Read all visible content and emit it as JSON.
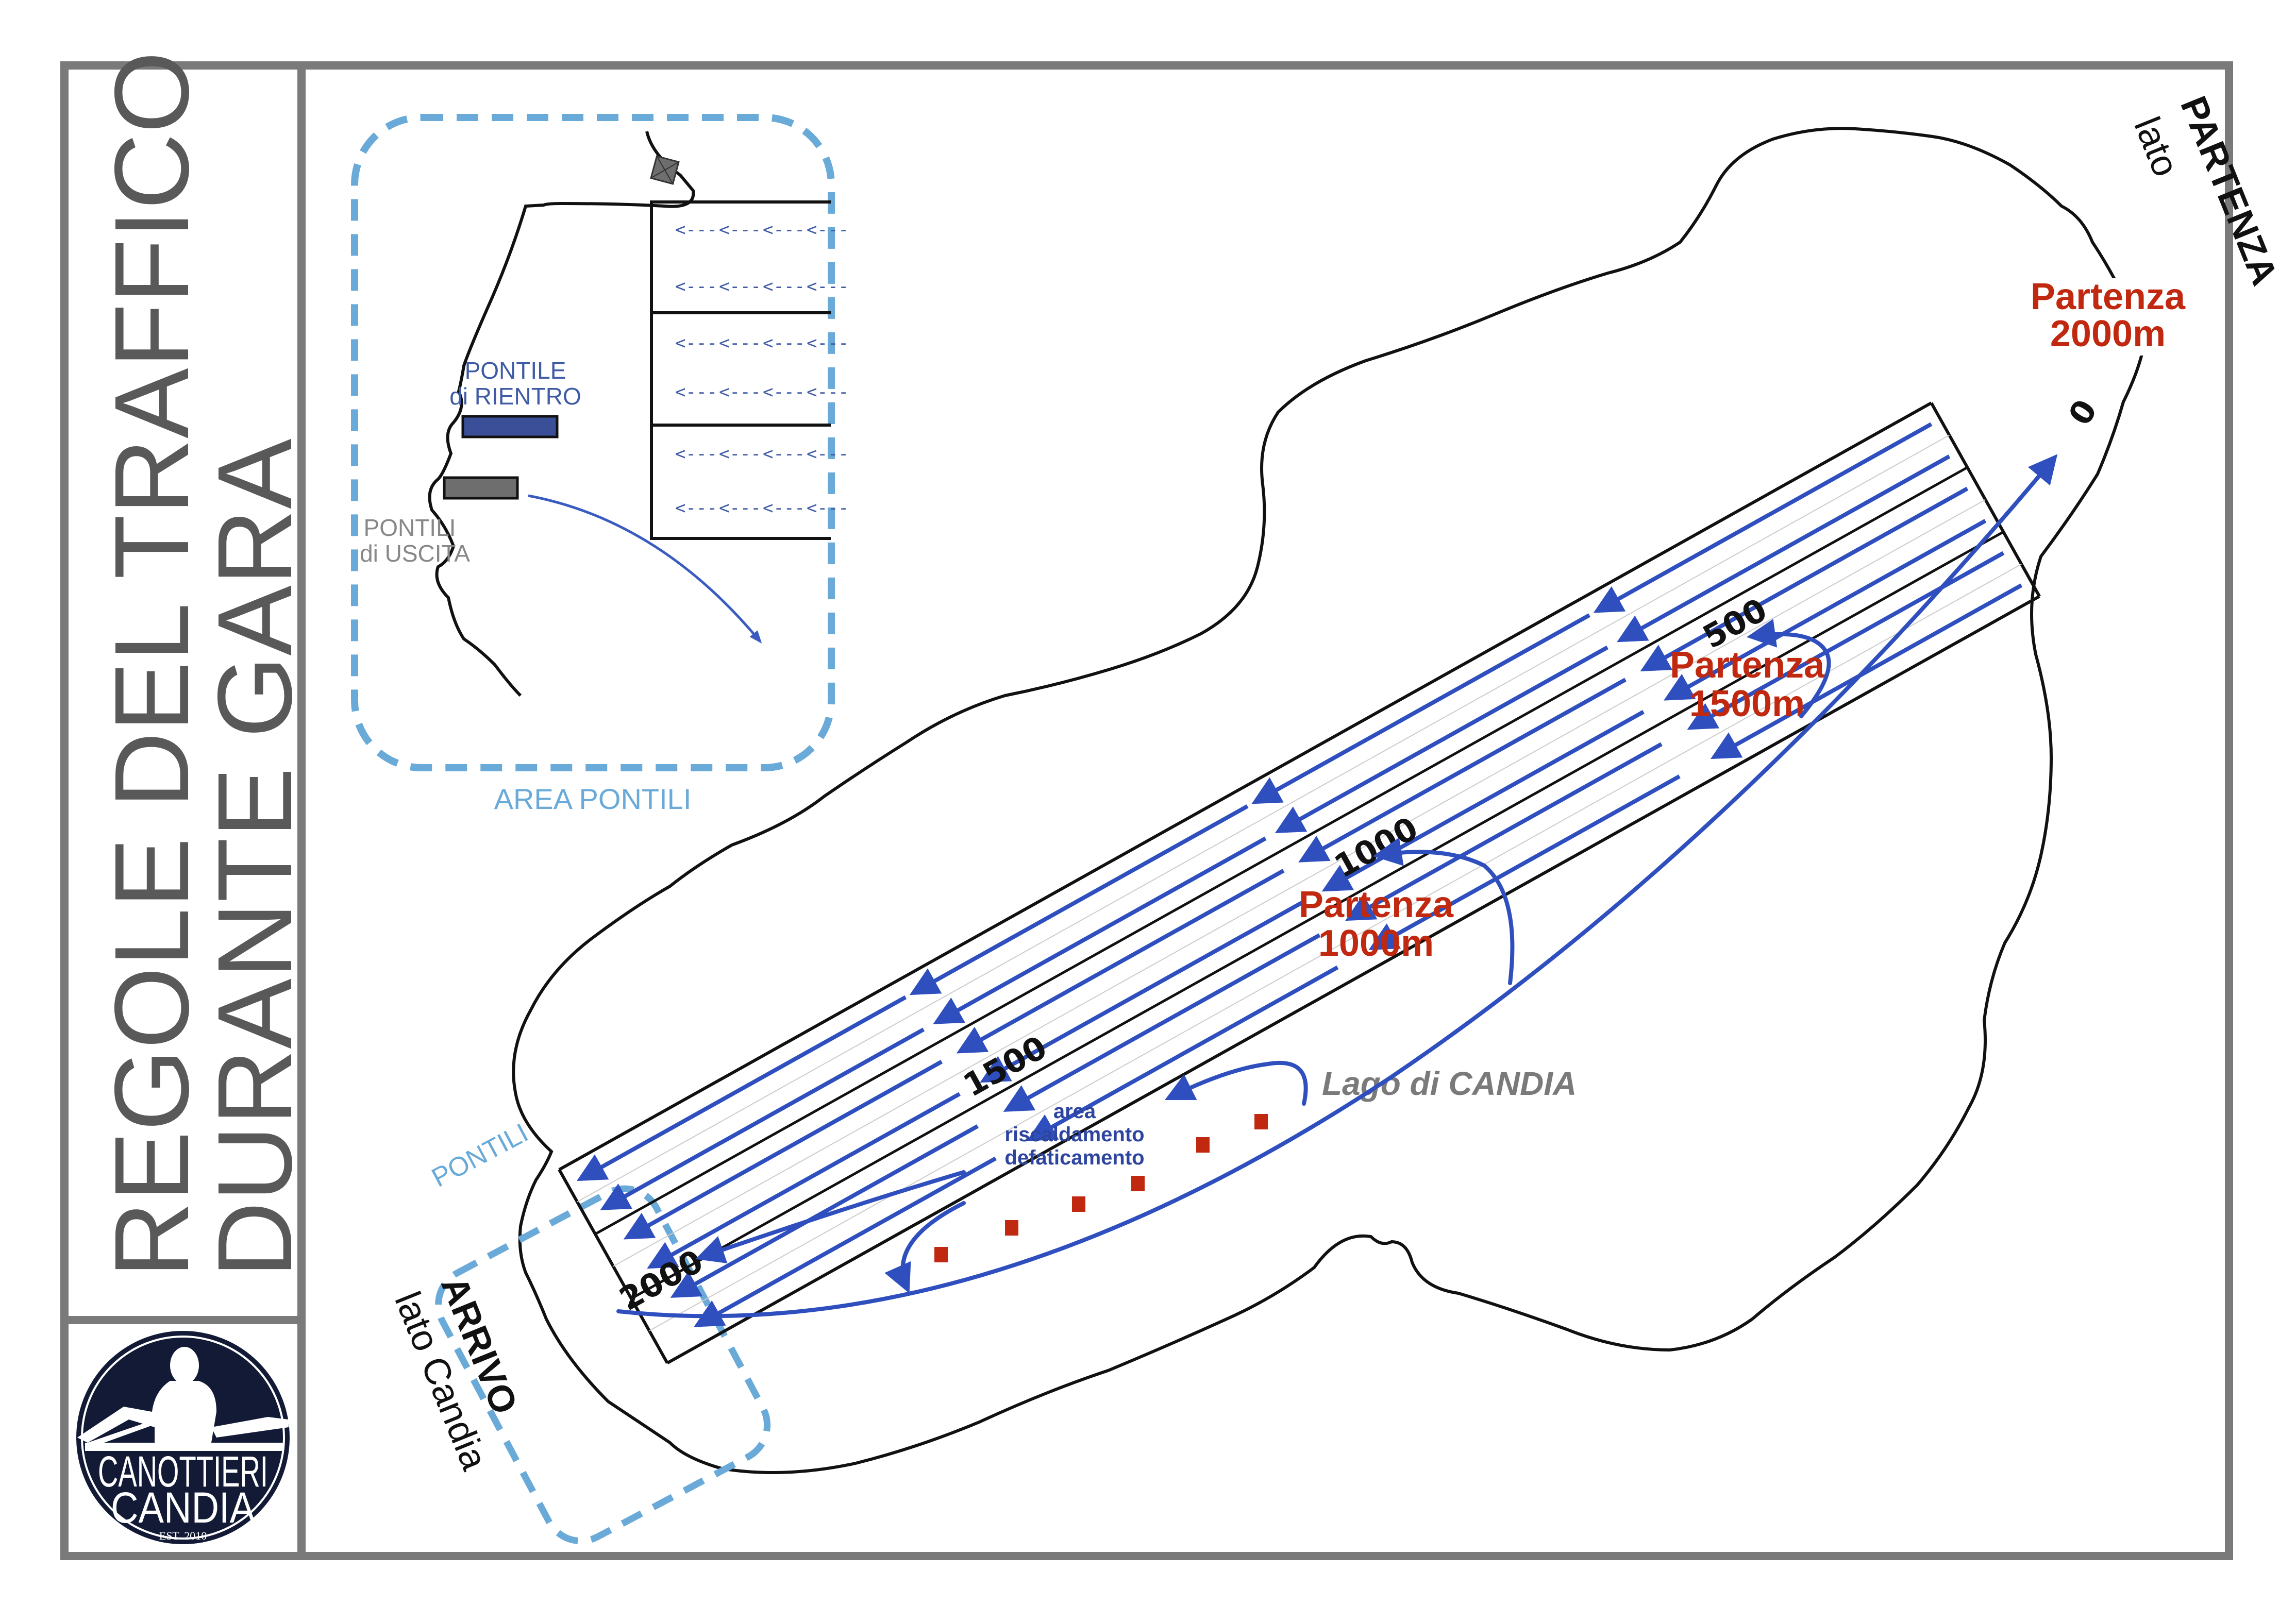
{
  "title": {
    "line1": "REGOLE DEL TRAFFICO",
    "line2": "DURANTE GARA"
  },
  "logo": {
    "line1": "CANOTTIERI",
    "line2": "CANDIA",
    "established": "EST. 2010"
  },
  "inset": {
    "label": "AREA PONTILI",
    "pontile_rientro": [
      "PONTILE",
      "di RIENTRO"
    ],
    "pontili_uscita": [
      "PONTILI",
      "di USCITA"
    ],
    "lane_arrow_glyph": "<---"
  },
  "map": {
    "lake_name": "Lago di CANDIA",
    "start_side": [
      "PARTENZA",
      "lato"
    ],
    "finish_side": [
      "ARRIVO",
      "lato Candia"
    ],
    "pontili_label": "PONTILI",
    "distance_markers": [
      "0",
      "500",
      "1000",
      "1500",
      "2000"
    ],
    "starts": [
      {
        "line1": "Partenza",
        "line2": "2000m"
      },
      {
        "line1": "Partenza",
        "line2": "1500m"
      },
      {
        "line1": "Partenza",
        "line2": "1000m"
      }
    ],
    "warmup_area": [
      "area",
      "riscaldamento",
      "defaticamento"
    ],
    "buoys_count": 6
  },
  "colors": {
    "frame": "#7a7a7a",
    "title_text": "#595959",
    "lane_blue": "#2f4fbf",
    "dashed_area": "#6aaad8",
    "start_red": "#c0290f",
    "logo_navy": "#121a36",
    "pontile_rientro": "#3a4f98",
    "pontile_uscita": "#6e6e6e"
  }
}
